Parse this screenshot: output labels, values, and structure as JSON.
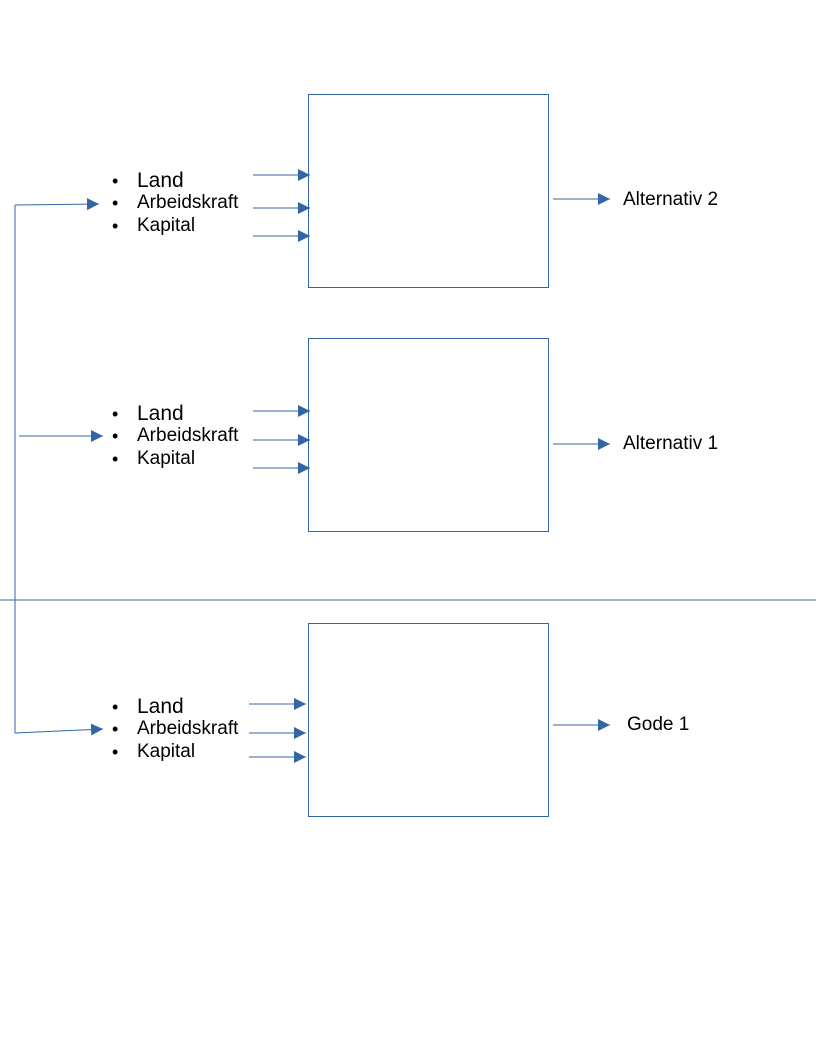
{
  "diagram": {
    "groups": [
      {
        "inputs": [
          "Land",
          "Arbeidskraft",
          "Kapital"
        ],
        "output": "Alternativ 2"
      },
      {
        "inputs": [
          "Land",
          "Arbeidskraft",
          "Kapital"
        ],
        "output": "Alternativ 1"
      },
      {
        "inputs": [
          "Land",
          "Arbeidskraft",
          "Kapital"
        ],
        "output": "Gode 1"
      }
    ],
    "colors": {
      "line": "#3465a4",
      "text": "#000000",
      "background": "#ffffff"
    }
  }
}
